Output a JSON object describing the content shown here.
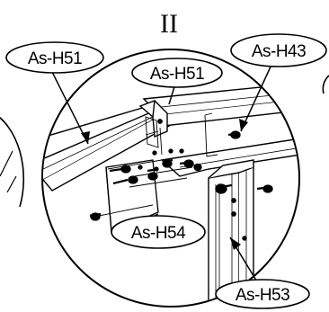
{
  "step": {
    "numeral": "II"
  },
  "callouts": [
    {
      "id": "left-rail",
      "text": "As-H51"
    },
    {
      "id": "top-rail",
      "text": "As-H51"
    },
    {
      "id": "screw",
      "text": "As-H43"
    },
    {
      "id": "bracket",
      "text": "As-H54"
    },
    {
      "id": "post",
      "text": "As-H53"
    }
  ]
}
